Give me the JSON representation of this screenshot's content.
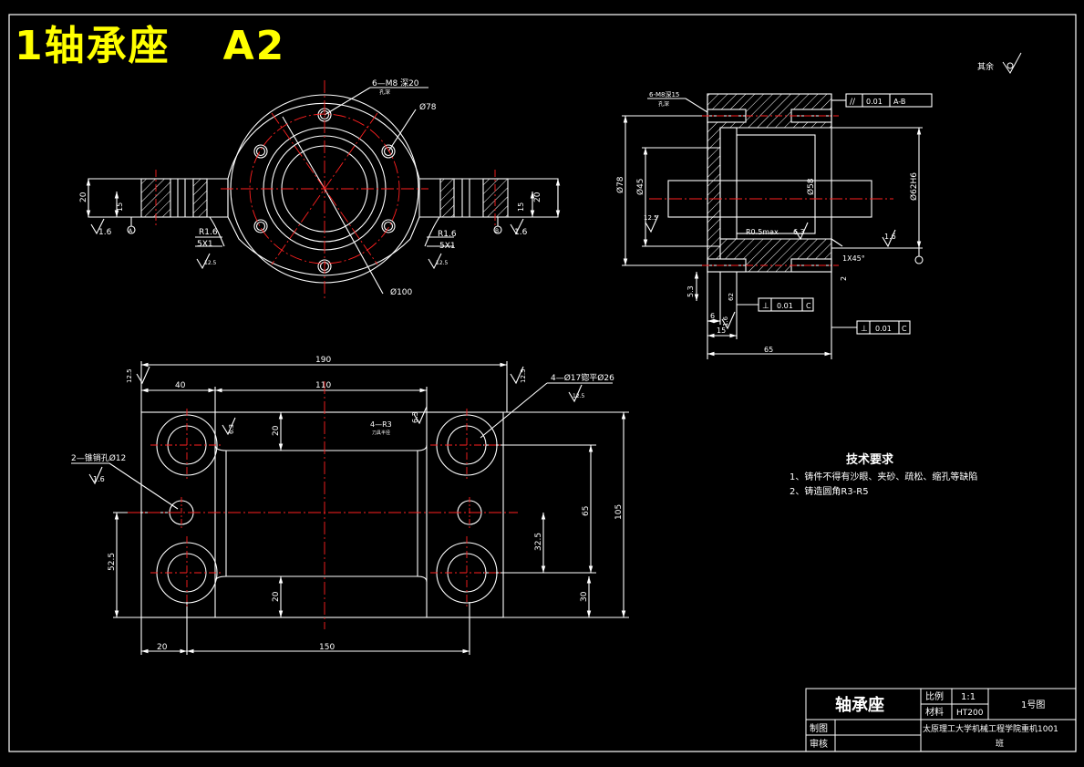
{
  "header": {
    "part_no": "1",
    "part_name": "轴承座",
    "sheet_size": "A2"
  },
  "surface_note": "其余",
  "front_view": {
    "hole_note": "6—M8 深20",
    "hole_subnote": "孔深",
    "pcd": "Ø78",
    "outer_dia": "Ø100",
    "height_left": "20",
    "height_right": "20",
    "base_ht_left": "15",
    "base_ht_right": "15",
    "radius_left": "R1.6",
    "radius_right": "R1.6",
    "chamfer_left": "5X1",
    "chamfer_right": "5X1",
    "rough_left": "1.6",
    "rough_right": "1.6",
    "rough_note_left": "12.5",
    "rough_note_right": "12.5",
    "datum_a": "A",
    "datum_b": "B"
  },
  "section_view": {
    "hole_note": "6-M8深15",
    "hole_subnote": "孔深",
    "dia_78": "Ø78",
    "dia_45": "Ø45",
    "dia_58": "Ø58",
    "dia_62": "Ø62H6",
    "rough_12": "12.5",
    "fillet": "R0.5max",
    "rough_6": "6.3",
    "rough_16": "1.6",
    "chamfer": "1X45°",
    "gap_2": "2",
    "dim_5": "5.3",
    "dim_6": "6",
    "dim_15": "15",
    "dim_65": "65",
    "dim_62": "62",
    "rough_bottom": "1.6",
    "tol_top": {
      "sym": "//",
      "value": "0.01",
      "datum": "A-B"
    },
    "tol_mid": {
      "sym": "⊥",
      "value": "0.01",
      "datum": "C"
    },
    "tol_low": {
      "sym": "⊥",
      "value": "0.01",
      "datum": "C"
    }
  },
  "top_view": {
    "dim_190": "190",
    "dim_40": "40",
    "dim_110": "110",
    "dim_150": "150",
    "dim_20_bottom": "20",
    "dim_105": "105",
    "dim_65": "65",
    "dim_52": "52.5",
    "dim_32": "32.5",
    "dim_20_inner_top": "20",
    "dim_20_inner_bot": "20",
    "dim_30": "30",
    "hole_note": "4—Ø17锪平Ø26",
    "hole_rough": "12.5",
    "pin_note": "2—锥销孔Ø12",
    "pin_rough": "1.6",
    "fillet_note": "4—R3",
    "fillet_sub": "刀具半径",
    "rough_63": "6.3",
    "rough_left": "12.5",
    "rough_right": "12.5",
    "rough_inner": "6.3"
  },
  "tech_req": {
    "title": "技术要求",
    "items": [
      "1、铸件不得有沙眼、夹砂、疏松、缩孔等缺陷",
      "2、铸造圆角R3-R5"
    ]
  },
  "title_block": {
    "part_name": "轴承座",
    "scale_label": "比例",
    "scale_value": "1:1",
    "material_label": "材料",
    "material_value": "HT200",
    "drawing_no": "1号图",
    "drawn_by": "制图",
    "checked_by": "审核",
    "school": "太原理工大学机械工程学院重机1001",
    "class_suffix": "班"
  },
  "colors": {
    "line": "#ffffff",
    "center": "#ff2020",
    "title": "#ffff00",
    "accent": "#00ffff"
  }
}
